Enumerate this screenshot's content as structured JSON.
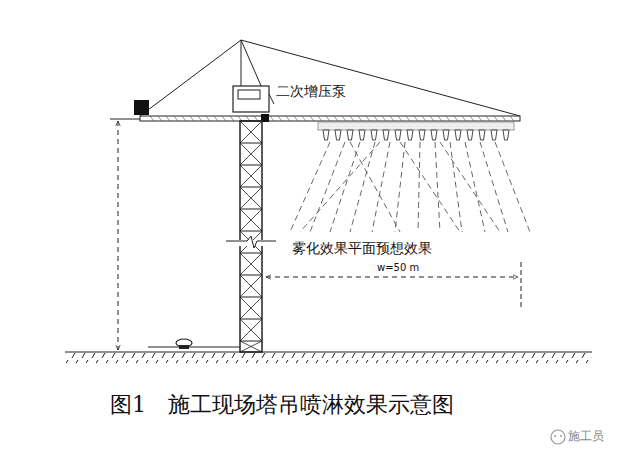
{
  "diagram": {
    "caption": "图1　施工现场塔吊喷淋效果示意图",
    "labels": [
      "二次增压泵",
      "雾化效果平面预想效果",
      "w=50 m",
      "施工员"
    ]
  }
}
